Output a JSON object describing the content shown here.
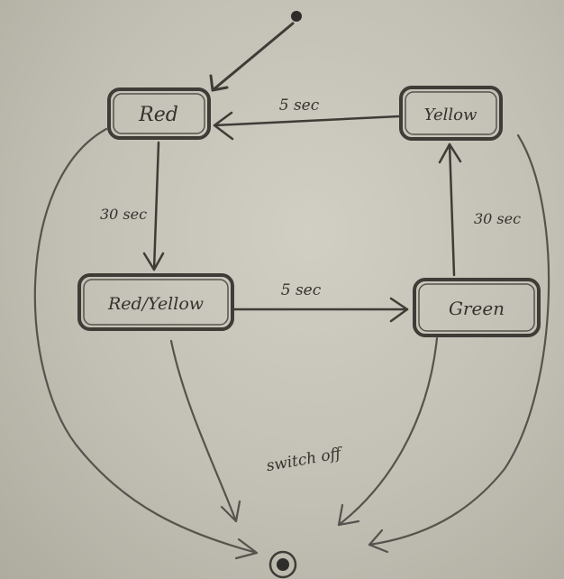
{
  "states": {
    "red": "Red",
    "yellow": "Yellow",
    "red_yellow": "Red/Yellow",
    "green": "Green"
  },
  "transitions": {
    "yellow_to_red": "5 sec",
    "red_to_redyellow": "30 sec",
    "redyellow_to_green": "5 sec",
    "green_to_yellow": "30 sec",
    "to_final": "switch off"
  },
  "colors": {
    "ink": "#3e3c37",
    "paper": "#c9c7bb"
  }
}
